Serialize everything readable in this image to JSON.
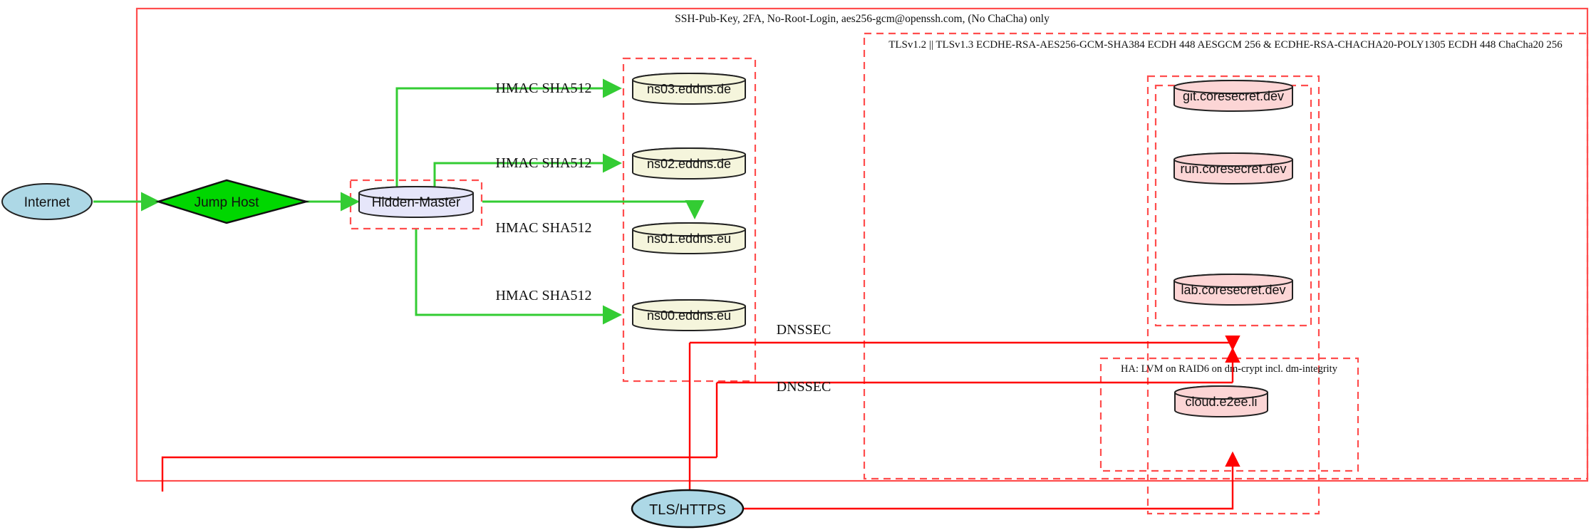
{
  "diagram": {
    "title_labels": {
      "ssh_boundary": "SSH-Pub-Key, 2FA, No-Root-Login, aes256-gcm@openssh.com, (No ChaCha) only",
      "tls_boundary": "TLSv1.2 || TLSv1.3 ECDHE-RSA-AES256-GCM-SHA384 ECDH 448 AESGCM 256 & ECDHE-RSA-CHACHA20-POLY1305 ECDH 448 ChaCha20 256",
      "ha_boundary": "HA: LVM on RAID6 on dm-crypt incl. dm-integrity"
    },
    "nodes": {
      "internet": "Internet",
      "jump_host": "Jump Host",
      "hidden_master": "Hidden-Master",
      "tls_https": "TLS/HTTPS",
      "ns03": "ns03.eddns.de",
      "ns02": "ns02.eddns.de",
      "ns01": "ns01.eddns.eu",
      "ns00": "ns00.eddns.eu",
      "git": "git.coresecret.dev",
      "run": "run.coresecret.dev",
      "lab": "lab.coresecret.dev",
      "cloud": "cloud.e2ee.li"
    },
    "edge_labels": {
      "hmac_ns03": "HMAC SHA512",
      "hmac_ns02": "HMAC SHA512",
      "hmac_ns01": "HMAC SHA512",
      "hmac_ns00": "HMAC SHA512",
      "dnssec_upper": "DNSSEC",
      "dnssec_lower": "DNSSEC"
    },
    "colors": {
      "boundary_red": "#ff3333",
      "edge_green": "#33cc33",
      "edge_red": "#ff0000",
      "internet_fill": "#add8e6",
      "jump_fill": "#00d700",
      "master_fill": "#e6e6fa",
      "ns_fill": "#f5f5dc",
      "service_fill": "#fcd5d5",
      "stroke_dark": "#222222"
    }
  }
}
